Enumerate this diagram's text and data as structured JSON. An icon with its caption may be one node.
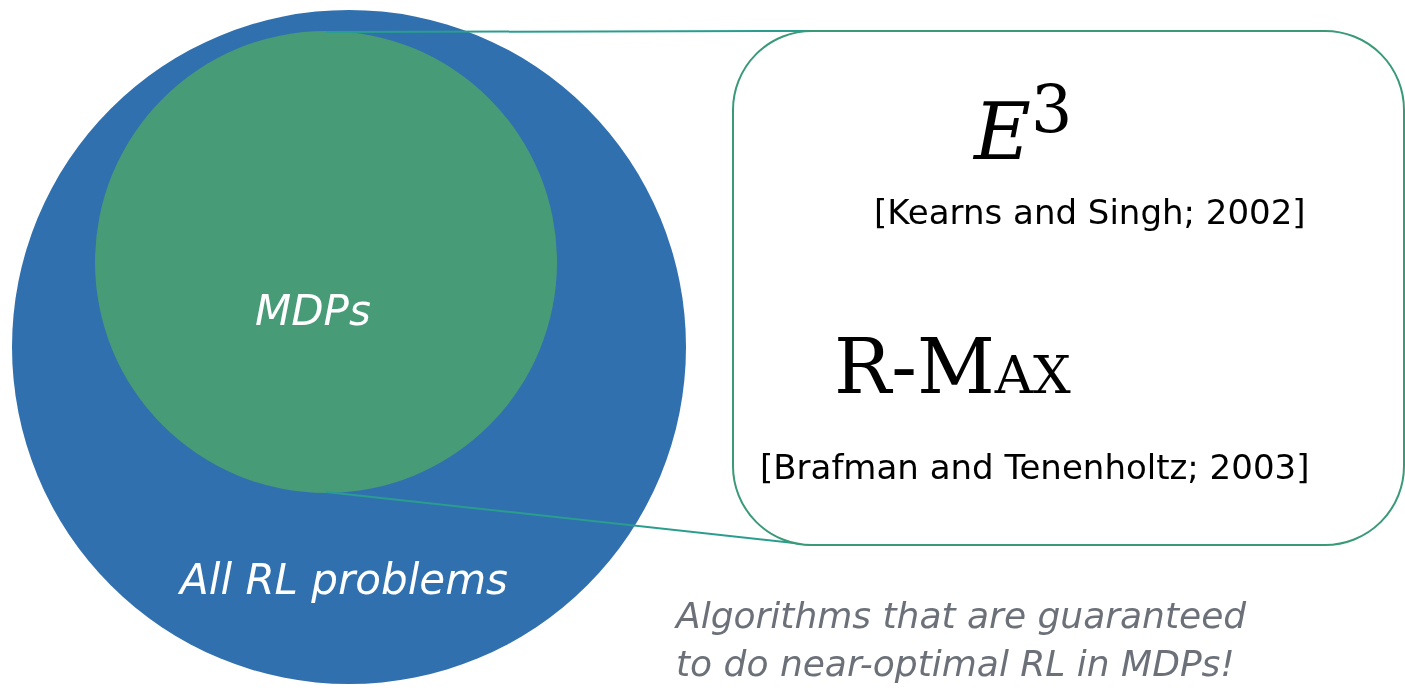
{
  "diagram": {
    "nodes": [
      {
        "text": [
          "All RL problems"
        ]
      },
      {
        "text": [
          "MDPs"
        ],
        "in": 0
      },
      {
        "text": [
          "*E*$^{3}$",
          "[Kearns and Singh; 2002]",
          "R-Max",
          "[Brafman and Tenenholtz; 2003]"
        ]
      }
    ],
    "edges": [
      {
        "from": 1,
        "to": 2,
        "arrow": "none"
      },
      {
        "from": 1,
        "to": 2,
        "arrow": "none"
      }
    ],
    "labels": [
      "Algorithms that are guaranteed to do near-optimal RL in MDPs!"
    ]
  }
}
